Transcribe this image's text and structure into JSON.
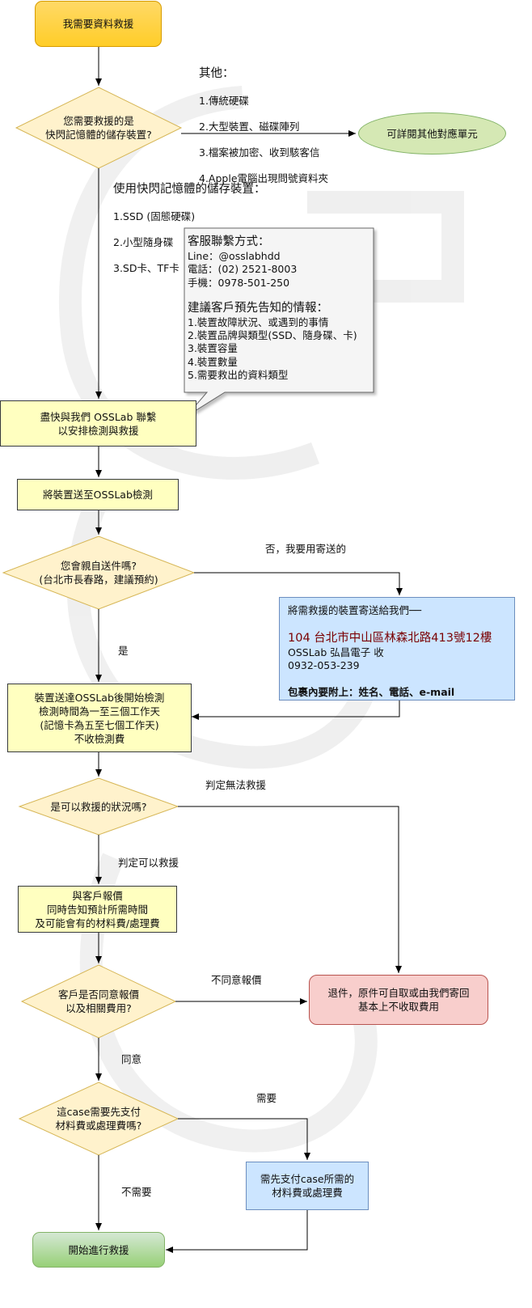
{
  "nodes": {
    "start": "我需要資料救援",
    "d1": "您需要救援的是\n快閃記憶體的儲存裝置?",
    "other_units": "可詳閱其他對應單元",
    "contact": "盡快與我們 OSSLab 聯繫\n以安排檢測與救援",
    "send": "將裝置送至OSSLab檢測",
    "d2": "您會親自送件嗎?\n(台北市長春路，建議預約)",
    "mail": {
      "line1": "將需救援的裝置寄送給我們──",
      "address": "104 台北市中山區林森北路413號12樓",
      "company": "OSSLab 弘昌電子 收",
      "phone": "0932-053-239",
      "note": "包裹內要附上：姓名、電話、e-mail"
    },
    "inspect": "裝置送達OSSLab後開始檢測\n檢測時間為一至三個工作天\n(記憶卡為五至七個工作天)\n不收檢測費",
    "d3": "是可以救援的狀況嗎?",
    "quote": "與客戶報價\n同時告知預計所需時間\n及可能會有的材料費/處理費",
    "d4": "客戶是否同意報價\n以及相關費用?",
    "return": "退件，原件可自取或由我們寄回\n基本上不收取費用",
    "d5": "這case需要先支付\n材料費或處理費嗎?",
    "pay": "需先支付case所需的\n材料費或處理費",
    "end": "開始進行救援"
  },
  "notes": {
    "other_title": "其他：",
    "other_items": [
      "1.傳統硬碟",
      "2.大型裝置、磁碟陣列",
      "3.檔案被加密、收到駭客信",
      "4.Apple電腦出現問號資料夾"
    ],
    "flash_title": "使用快閃記憶體的儲存裝置：",
    "flash_items": [
      "1.SSD (固態硬碟)",
      "2.小型隨身碟",
      "3.SD卡、TF卡"
    ]
  },
  "callout": {
    "title": "客服聯繫方式：",
    "lines": [
      "Line：@osslabhdd",
      "電話：(02) 2521-8003",
      "手機：0978-501-250"
    ],
    "title2": "建議客戶預先告知的情報：",
    "items": [
      "1.裝置故障狀況、或遇到的事情",
      "2.裝置品牌與類型(SSD、隨身碟、卡)",
      "3.裝置容量",
      "4.裝置數量",
      "5.需要救出的資料類型"
    ]
  },
  "edge_labels": {
    "no_mail": "否，我要用寄送的",
    "yes": "是",
    "cannot": "判定無法救援",
    "can": "判定可以救援",
    "disagree": "不同意報價",
    "agree": "同意",
    "need": "需要",
    "no_need": "不需要"
  },
  "colors": {
    "start_fill": "#ffd966",
    "decision_fill": "#fff2cc",
    "process_fill": "#ffffc0",
    "blue_fill": "#cce5ff",
    "red_fill": "#f8cecc",
    "green_fill": "#d5e8d4",
    "callout_fill": "#f5f5f5"
  }
}
